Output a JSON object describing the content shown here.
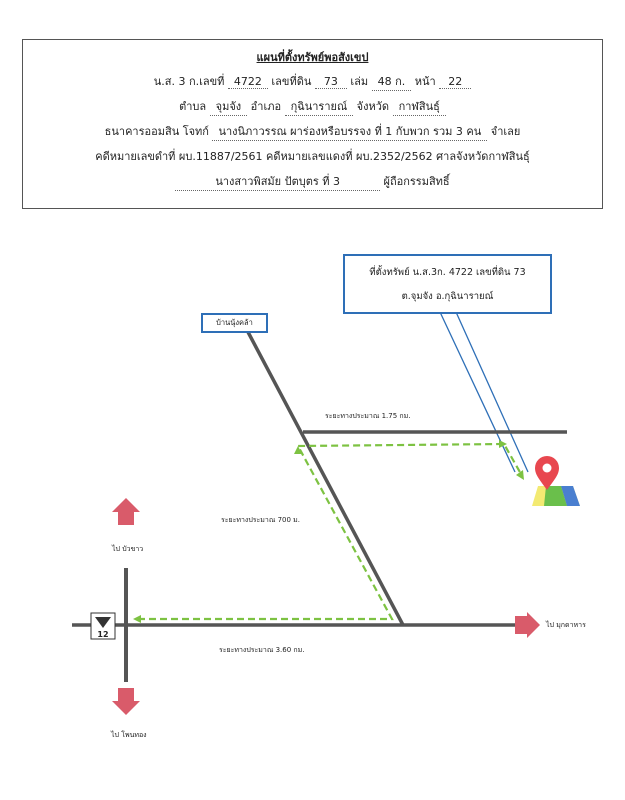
{
  "header": {
    "title": "แผนที่ตั้งทรัพย์พอสังเขป",
    "line1": {
      "deed_prefix": "น.ส. 3 ก.เลขที่",
      "deed_no": "4722",
      "land_label": "เลขที่ดิน",
      "land_no": "73",
      "book_label": "เล่ม",
      "book_no": "48 ก.",
      "page_label": "หน้า",
      "page_no": "22"
    },
    "line2": {
      "subdistrict_label": "ตำบล",
      "subdistrict": "จุมจัง",
      "district_label": "อำเภอ",
      "district": "กุฉินารายณ์",
      "province_label": "จังหวัด",
      "province": "กาฬสินธุ์"
    },
    "line3": {
      "plaintiff_prefix": "ธนาคารออมสิน  โจทก์",
      "defendant": "นางนิภาวรรณ  ผาร่องหรือบรรจง  ที่ 1 กับพวก รวม 3 คน",
      "defendant_suffix": "จำเลย"
    },
    "line4": "คดีหมายเลขดำที่ ผบ.11887/2561  คดีหมายเลขแดงที่ ผบ.2352/2562  ศาลจังหวัดกาฬสินธุ์",
    "line5": {
      "owner": "นางสาวพิสมัย ปัตบุตร ที่   3",
      "owner_suffix": "ผู้ถือกรรมสิทธิ์"
    }
  },
  "map": {
    "property_callout": {
      "line1": "ที่ตั้งทรัพย์ น.ส.3ก. 4722 เลขที่ดิน 73",
      "line2": "ต.จุมจัง  อ.กุฉินารายณ์"
    },
    "village_label": "บ้านนุ้งคล้า",
    "distance_top": "ระยะทางประมาณ 1.75 กม.",
    "distance_diag": "ระยะทางประมาณ 700 ม.",
    "distance_bottom": "ระยะทางประมาณ 3.60 กม.",
    "dir_north": "ไป บัวขาว",
    "dir_east": "ไป มุกดาหาร",
    "dir_south": "ไป โพนทอง",
    "highway_number": "12",
    "colors": {
      "road": "#555555",
      "route": "#7dc242",
      "arrow": "#d95b6a",
      "box": "#2e6fb7",
      "pin": "#e8474f"
    }
  }
}
